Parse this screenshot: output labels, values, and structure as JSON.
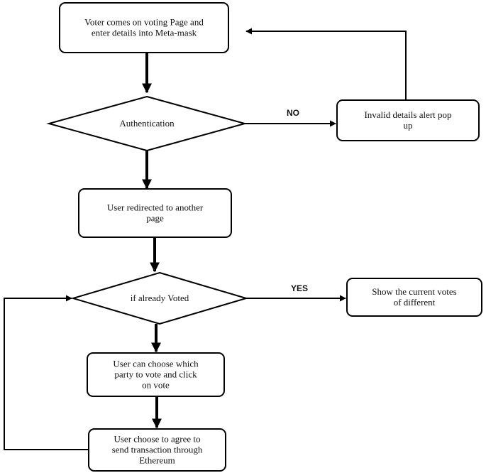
{
  "diagram": {
    "nodes": [
      {
        "id": "start",
        "shape": "rect",
        "lines": [
          "Voter comes on voting Page and",
          "enter details into Meta-mask"
        ]
      },
      {
        "id": "auth",
        "shape": "diamond",
        "lines": [
          "Authentication"
        ]
      },
      {
        "id": "invalid",
        "shape": "rect",
        "lines": [
          "Invalid details alert pop",
          "up"
        ]
      },
      {
        "id": "redirect",
        "shape": "rect",
        "lines": [
          "User redirected to another",
          "page"
        ]
      },
      {
        "id": "voted",
        "shape": "diamond",
        "lines": [
          "if already Voted"
        ]
      },
      {
        "id": "show",
        "shape": "rect",
        "lines": [
          "Show the current votes",
          "of different"
        ]
      },
      {
        "id": "choose",
        "shape": "rect",
        "lines": [
          "User can choose which",
          "party to vote and click",
          "on vote"
        ]
      },
      {
        "id": "agree",
        "shape": "rect",
        "lines": [
          "User choose to agree to",
          "send transaction through",
          "Ethereum"
        ]
      }
    ],
    "edges": [
      {
        "id": "start-auth",
        "from": "start",
        "to": "auth",
        "label": ""
      },
      {
        "id": "auth-invalid",
        "from": "auth",
        "to": "invalid",
        "label": "NO"
      },
      {
        "id": "invalid-start",
        "from": "invalid",
        "to": "start",
        "label": ""
      },
      {
        "id": "auth-redirect",
        "from": "auth",
        "to": "redirect",
        "label": ""
      },
      {
        "id": "redirect-voted",
        "from": "redirect",
        "to": "voted",
        "label": ""
      },
      {
        "id": "voted-show",
        "from": "voted",
        "to": "show",
        "label": "YES"
      },
      {
        "id": "voted-choose",
        "from": "voted",
        "to": "choose",
        "label": ""
      },
      {
        "id": "choose-agree",
        "from": "choose",
        "to": "agree",
        "label": ""
      },
      {
        "id": "agree-voted",
        "from": "agree",
        "to": "voted",
        "label": ""
      }
    ]
  }
}
